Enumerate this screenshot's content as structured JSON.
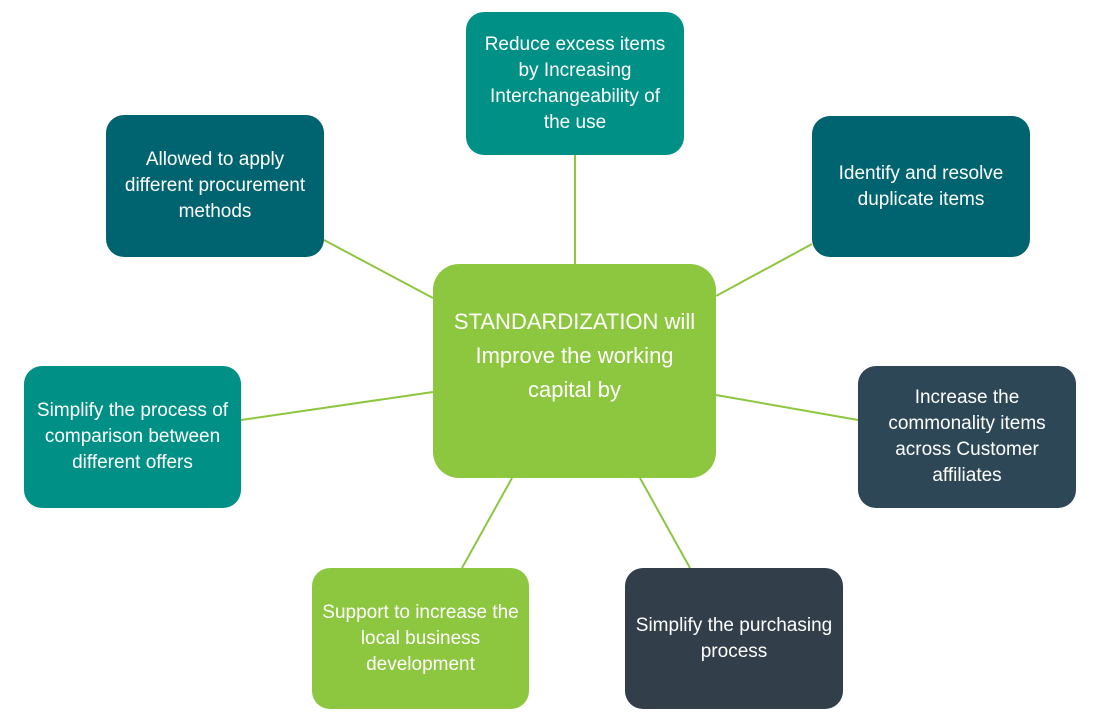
{
  "center": {
    "label": "STANDARDIZATION will Improve the working capital by",
    "color": "#8DC63F"
  },
  "connector_color": "#8DC63F",
  "items": [
    {
      "id": "top",
      "label": "Reduce excess items by Increasing Interchangeability of the use",
      "color": "#009085"
    },
    {
      "id": "topright",
      "label": "Identify and resolve duplicate items",
      "color": "#006470"
    },
    {
      "id": "right",
      "label": "Increase the commonality items across Customer affiliates",
      "color": "#2E4756"
    },
    {
      "id": "botright",
      "label": "Simplify the purchasing process",
      "color": "#323E4A"
    },
    {
      "id": "bottom",
      "label": "Support to increase the local business development",
      "color": "#8DC63F"
    },
    {
      "id": "left",
      "label": "Simplify the process of comparison between different offers",
      "color": "#009085"
    },
    {
      "id": "topleft",
      "label": "Allowed to apply different procurement methods",
      "color": "#006470"
    }
  ]
}
